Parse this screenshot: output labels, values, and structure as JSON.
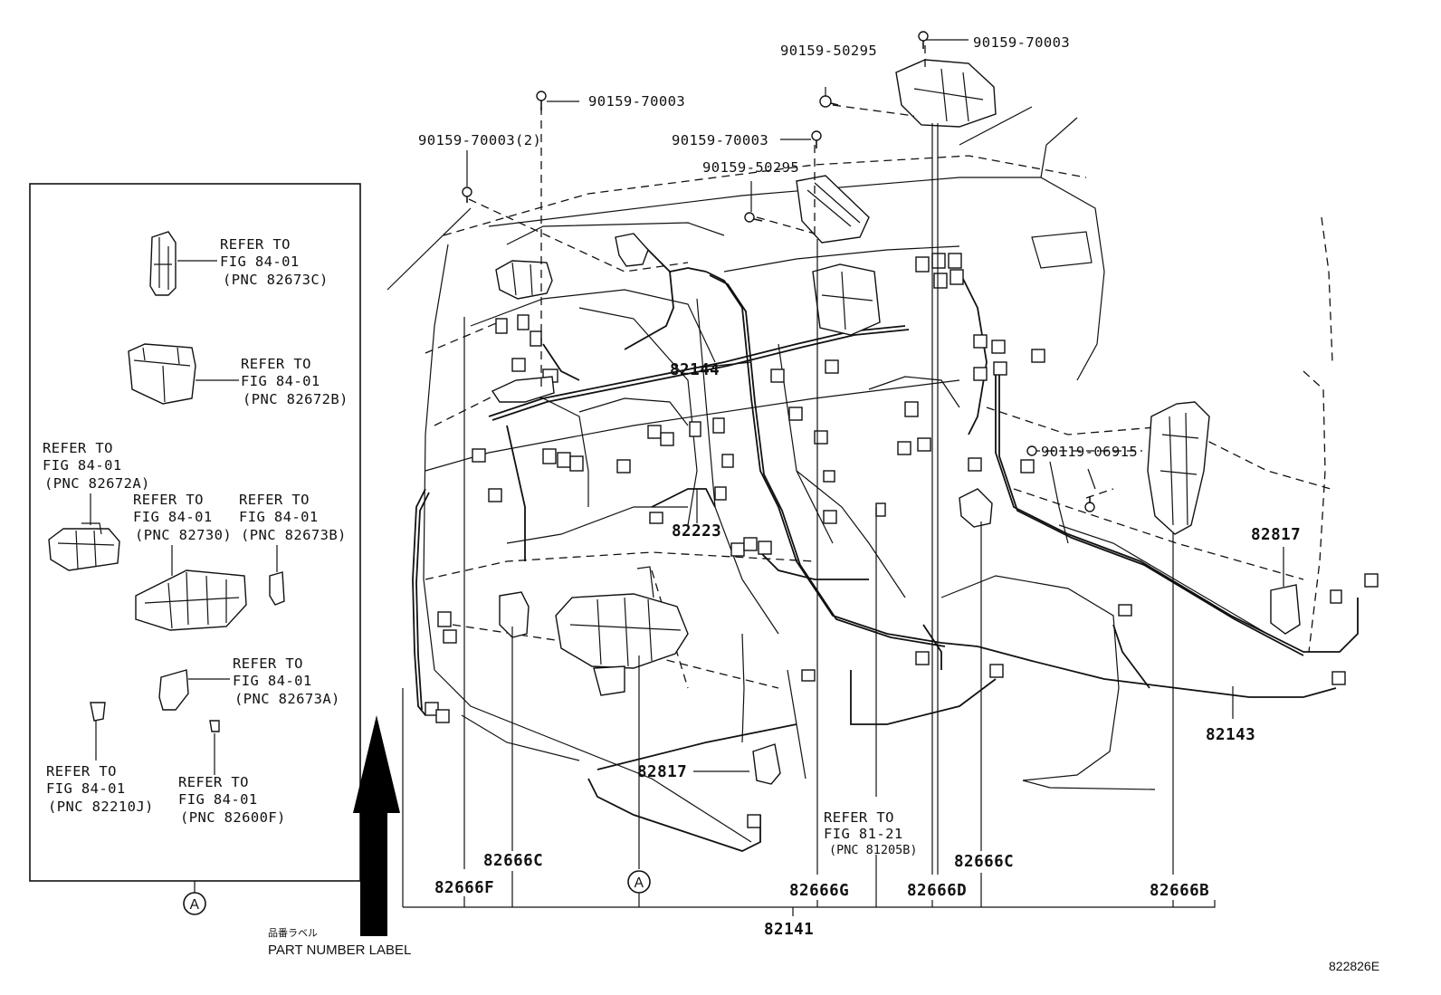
{
  "callouts": {
    "fig_a_marker": "A",
    "circle_a": "A",
    "part_number_label_jp": "品番ラベル",
    "part_number_label": "PART NUMBER LABEL",
    "figure_code": "822826E"
  },
  "inset": {
    "refs": [
      {
        "line1": "REFER TO",
        "line2": "FIG 84-01",
        "line3": "(PNC 82673C)"
      },
      {
        "line1": "REFER TO",
        "line2": "FIG 84-01",
        "line3": "(PNC 82672B)"
      },
      {
        "line1": "REFER TO",
        "line2": "FIG 84-01",
        "line3": "(PNC 82672A)"
      },
      {
        "line1": "REFER TO",
        "line2": "FIG 84-01",
        "line3": "(PNC 82730)"
      },
      {
        "line1": "REFER TO",
        "line2": "FIG 84-01",
        "line3": "(PNC 82673B)"
      },
      {
        "line1": "REFER TO",
        "line2": "FIG 84-01",
        "line3": "(PNC 82673A)"
      },
      {
        "line1": "REFER TO",
        "line2": "FIG 84-01",
        "line3": "(PNC 82210J)"
      },
      {
        "line1": "REFER TO",
        "line2": "FIG 84-01",
        "line3": "(PNC 82600F)"
      }
    ]
  },
  "bolts": [
    "90159-70003",
    "90159-50295",
    "90159-70003",
    "90159-70003(2)",
    "90159-70003",
    "90159-50295",
    "90119-06915"
  ],
  "parts": {
    "p82144": "82144",
    "p82223": "82223",
    "p82817_right": "82817",
    "p82817_center": "82817",
    "p82143": "82143",
    "p82666C_left": "82666C",
    "p82666F": "82666F",
    "p82666G": "82666G",
    "p82666D": "82666D",
    "p82666C_right": "82666C",
    "p82666B": "82666B",
    "p82141": "82141"
  },
  "main_ref": {
    "line1": "REFER TO",
    "line2": "FIG 81-21",
    "line3": "(PNC 81205B)"
  }
}
